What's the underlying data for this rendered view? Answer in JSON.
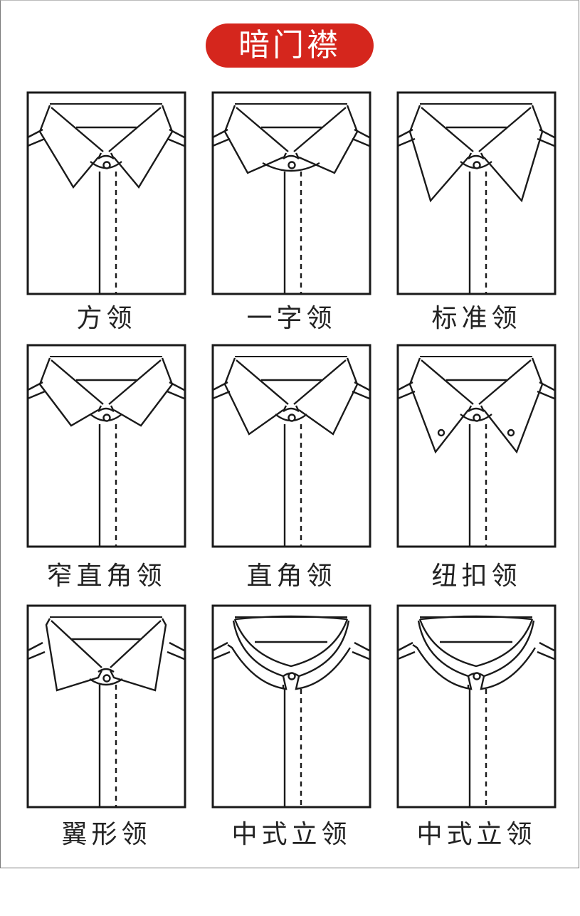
{
  "title": "暗门襟",
  "collars": [
    {
      "label": "方领"
    },
    {
      "label": "一字领"
    },
    {
      "label": "标准领"
    },
    {
      "label": "窄直角领"
    },
    {
      "label": "直角领"
    },
    {
      "label": "纽扣领"
    },
    {
      "label": "翼形领"
    },
    {
      "label": "中式立领"
    },
    {
      "label": "中式立领"
    }
  ]
}
